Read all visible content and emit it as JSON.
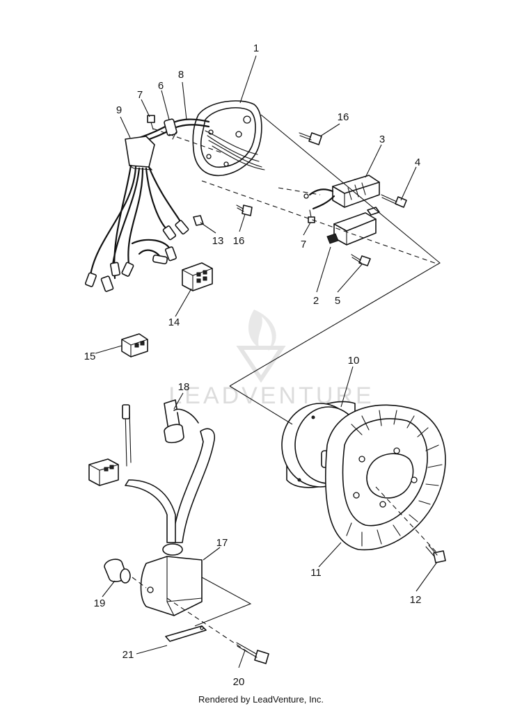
{
  "watermark": {
    "text": "LEADVENTURE"
  },
  "callouts": [
    {
      "id": "c1",
      "label": "1"
    },
    {
      "id": "c2",
      "label": "2"
    },
    {
      "id": "c3",
      "label": "3"
    },
    {
      "id": "c4",
      "label": "4"
    },
    {
      "id": "c5",
      "label": "5"
    },
    {
      "id": "c6",
      "label": "6"
    },
    {
      "id": "c7a",
      "label": "7"
    },
    {
      "id": "c7b",
      "label": "7"
    },
    {
      "id": "c8",
      "label": "8"
    },
    {
      "id": "c9",
      "label": "9"
    },
    {
      "id": "c10",
      "label": "10"
    },
    {
      "id": "c11",
      "label": "11"
    },
    {
      "id": "c12",
      "label": "12"
    },
    {
      "id": "c13",
      "label": "13"
    },
    {
      "id": "c14",
      "label": "14"
    },
    {
      "id": "c15",
      "label": "15"
    },
    {
      "id": "c16a",
      "label": "16"
    },
    {
      "id": "c16b",
      "label": "16"
    },
    {
      "id": "c17",
      "label": "17"
    },
    {
      "id": "c18",
      "label": "18"
    },
    {
      "id": "c19",
      "label": "19"
    },
    {
      "id": "c20",
      "label": "20"
    },
    {
      "id": "c21",
      "label": "21"
    }
  ],
  "footer": {
    "text": "Rendered by LeadVenture, Inc."
  }
}
